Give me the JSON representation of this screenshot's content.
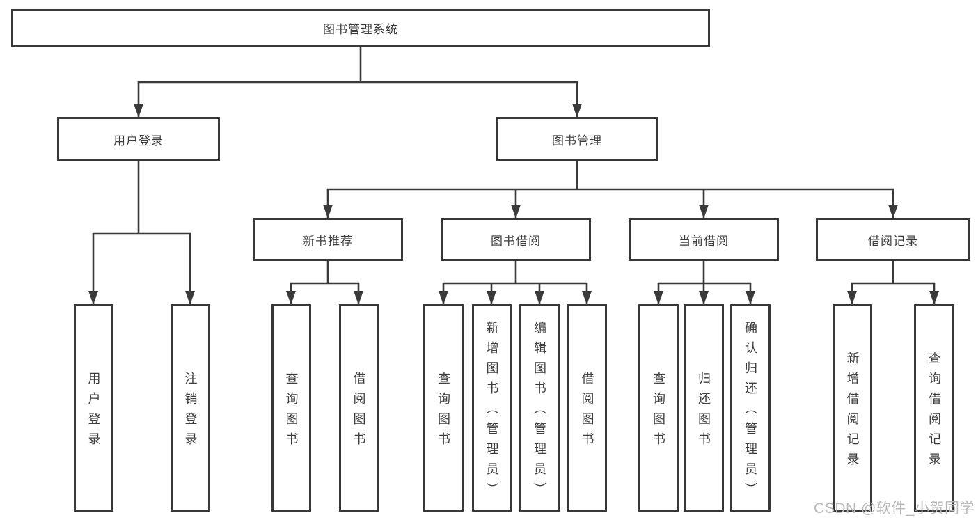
{
  "diagram": {
    "title": "图书管理系统",
    "branches": [
      {
        "label": "用户登录",
        "leaves": [
          "用户登录",
          "注销登录"
        ]
      },
      {
        "label": "图书管理",
        "children": [
          {
            "label": "新书推荐",
            "leaves": [
              "查询图书",
              "借阅图书"
            ]
          },
          {
            "label": "图书借阅",
            "leaves": [
              "查询图书",
              "新增图书（管理员）",
              "编辑图书（管理员）",
              "借阅图书"
            ]
          },
          {
            "label": "当前借阅",
            "leaves": [
              "查询图书",
              "归还图书",
              "确认归还（管理员）"
            ]
          },
          {
            "label": "借阅记录",
            "leaves": [
              "新增借阅记录",
              "查询借阅记录"
            ]
          }
        ]
      }
    ]
  },
  "watermark": {
    "text": "CSDN @软件_小贺同学"
  },
  "colors": {
    "line": "#3a3a3a",
    "box_border": "#383838",
    "text": "#3d3d3d",
    "watermark": "#b9b9b9",
    "background": "#ffffff"
  }
}
